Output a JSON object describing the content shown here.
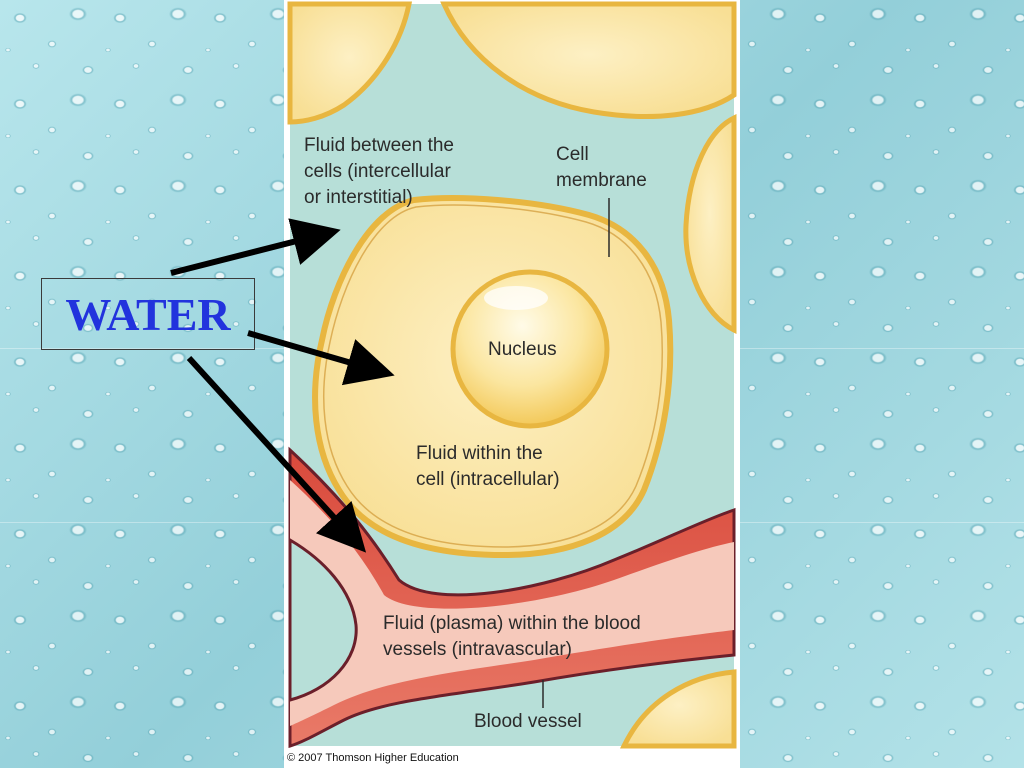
{
  "title_label": "WATER",
  "labels": {
    "intercellular_1": "Fluid between the",
    "intercellular_2": "cells (intercellular",
    "intercellular_3": "or interstitial)",
    "membrane_1": "Cell",
    "membrane_2": "membrane",
    "nucleus": "Nucleus",
    "intracellular_1": "Fluid within the",
    "intracellular_2": "cell (intracellular)",
    "plasma_1": "Fluid (plasma) within the blood",
    "plasma_2": "vessels (intravascular)",
    "blood_vessel": "Blood vessel"
  },
  "copyright": "© 2007 Thomson Higher Education",
  "colors": {
    "water_text": "#2233dd",
    "cell_fill": "#fae7a6",
    "cell_border": "#e8b640",
    "interstitial": "#b7dfd8",
    "vessel": "#e2624e",
    "vessel_dark": "#6b1f2a",
    "plasma": "#f6c9bb"
  }
}
